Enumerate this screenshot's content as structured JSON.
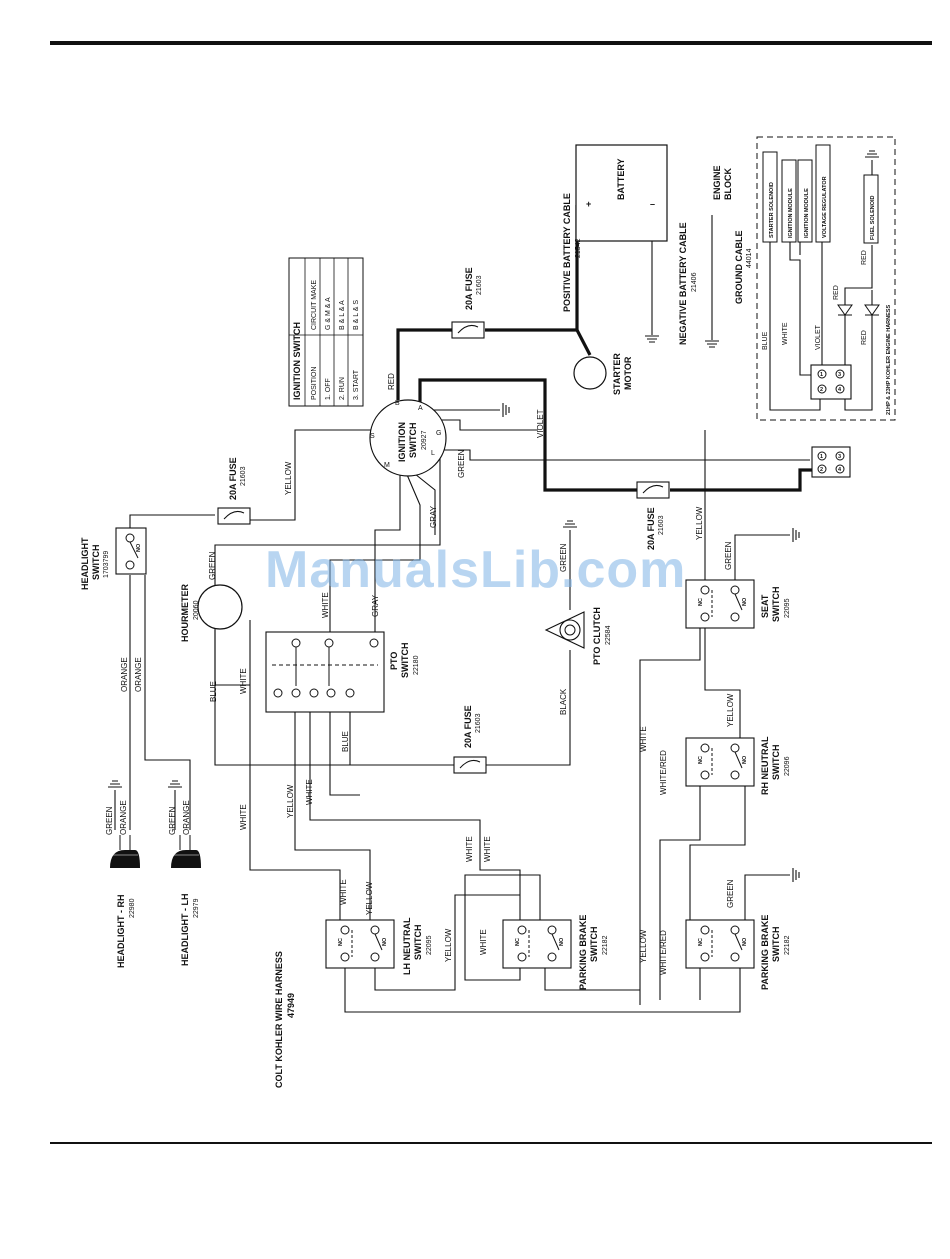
{
  "watermark": "ManualsLib.com",
  "harness": {
    "title": "COLT KOHLER WIRE HARNESS",
    "part": "47949"
  },
  "ignition_table": {
    "title": "IGNITION SWITCH",
    "header": [
      "POSITION",
      "CIRCUIT MAKE"
    ],
    "rows": [
      [
        "1. OFF",
        "G & M & A"
      ],
      [
        "2. RUN",
        "B & L & A"
      ],
      [
        "3. START",
        "B & L & S"
      ]
    ]
  },
  "components": {
    "battery": "BATTERY",
    "battery_plus": "+",
    "battery_minus": "–",
    "pos_cable": "POSITIVE BATTERY CABLE",
    "pos_cable_part": "21542",
    "neg_cable": "NEGATIVE BATTERY CABLE",
    "neg_cable_part": "21406",
    "ground_cable": "GROUND CABLE",
    "ground_cable_part": "44014",
    "engine_block_1": "ENGINE",
    "engine_block_2": "BLOCK",
    "starter_1": "STARTER",
    "starter_2": "MOTOR",
    "fuse_label": "20A FUSE",
    "fuse_part": "21603",
    "ign_1": "IGNITION",
    "ign_2": "SWITCH",
    "ign_part": "20927",
    "ign_terms": {
      "S": "S",
      "B": "B",
      "A": "A",
      "M": "M",
      "L": "L",
      "G": "G"
    },
    "headlight_switch_1": "HEADLIGHT",
    "headlight_switch_2": "SWITCH",
    "headlight_switch_part": "1703799",
    "hourmeter": "HOURMETER",
    "hourmeter_part": "20060",
    "pto_switch_1": "PTO",
    "pto_switch_2": "SWITCH",
    "pto_switch_part": "22180",
    "pto_clutch": "PTO CLUTCH",
    "pto_clutch_part": "22584",
    "seat_1": "SEAT",
    "seat_2": "SWITCH",
    "seat_part": "22095",
    "rhn_1": "RH NEUTRAL",
    "rhn_2": "SWITCH",
    "rhn_part": "22096",
    "lhn_1": "LH NEUTRAL",
    "lhn_2": "SWITCH",
    "lhn_part": "22095",
    "pb_1": "PARKING BRAKE",
    "pb_2": "SWITCH",
    "pb_part": "22182",
    "pb2_part": "22182",
    "hl_rh": "HEADLIGHT - RH",
    "hl_rh_part": "22980",
    "hl_lh": "HEADLIGHT - LH",
    "hl_lh_part": "22979",
    "nc": "NC",
    "no": "NO"
  },
  "engine_harness": {
    "title": "21HP & 23HP KOHLER ENGINE HARNESS",
    "starter_solenoid": "STARTER SOLENOID",
    "ignition_module_1": "IGNITION MODULE",
    "ignition_module_2": "IGNITION MODULE",
    "voltage_regulator": "VOLTAGE REGULATOR",
    "fuel_solenoid": "FUEL SOLENOID",
    "pins": [
      "1",
      "2",
      "3",
      "4"
    ]
  },
  "wire_colors": {
    "red": "RED",
    "violet": "VIOLET",
    "yellow": "YELLOW",
    "green": "GREEN",
    "gray": "GRAY",
    "white": "WHITE",
    "blue": "BLUE",
    "orange": "ORANGE",
    "black": "BLACK",
    "white_red": "WHITE/RED"
  },
  "colors": {
    "ink": "#111111",
    "watermark": "#7fb4e6"
  }
}
